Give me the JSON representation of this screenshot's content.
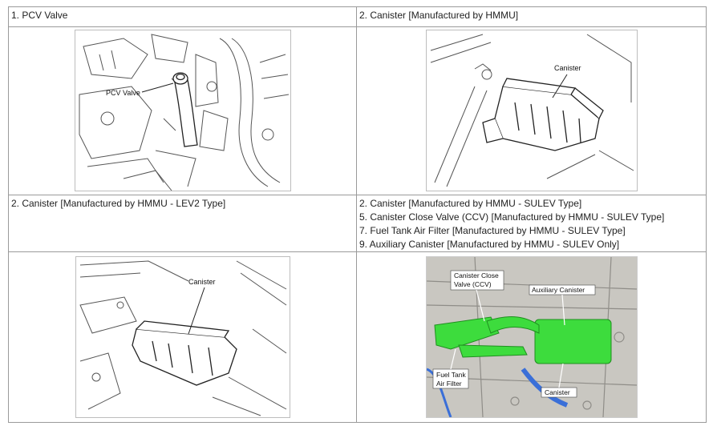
{
  "cells": {
    "r1c1": "1. PCV Valve",
    "r1c2": "2. Canister [Manufactured by HMMU]",
    "r3c1": "2. Canister [Manufactured by HMMU - LEV2 Type]",
    "r3c2_lines": [
      "2. Canister [Manufactured by HMMU - SULEV Type]",
      "5. Canister Close Valve (CCV) [Manufactured by HMMU - SULEV Type]",
      "7. Fuel Tank Air Filter [Manufactured by HMMU - SULEV Type]",
      "9. Auxiliary Canister [Manufactured by HMMU - SULEV Only]"
    ]
  },
  "figures": {
    "pcv": {
      "label": "PCV Valve"
    },
    "canister_hmmu": {
      "label": "Canister"
    },
    "canister_lev2": {
      "label": "Canister"
    },
    "sulev": {
      "label_ccv_1": "Canister Close",
      "label_ccv_2": "Valve (CCV)",
      "label_aux": "Auxiliary Canister",
      "label_filter_1": "Fuel Tank",
      "label_filter_2": "Air Filter",
      "label_canister": "Canister",
      "colors": {
        "highlight": "#3ddc3d",
        "background": "#c9c7c1",
        "hose": "#3a6fd8"
      }
    }
  }
}
